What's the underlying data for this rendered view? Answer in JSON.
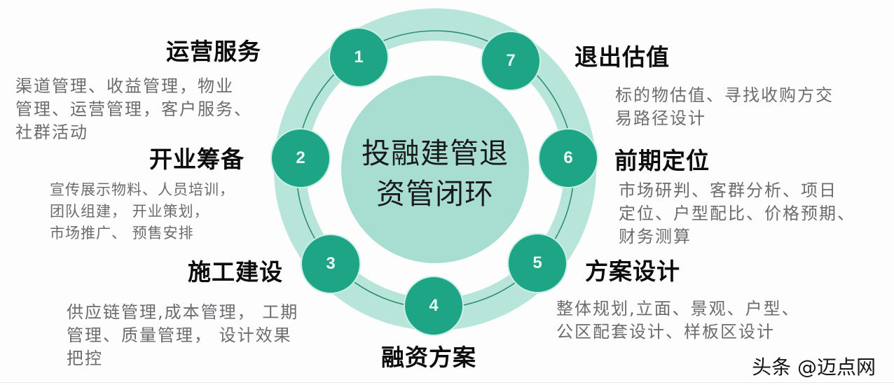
{
  "center": {
    "line1": "投融建管退",
    "line2": "资管闭环"
  },
  "colors": {
    "ring_light": "#b6e4d9",
    "center_fill": "#a6ddd0",
    "node_fill": "#1ea586",
    "ring_line": "#2d8c74",
    "title_text": "#0c0c0c",
    "desc_text": "#6d6b70"
  },
  "stages": [
    {
      "number": "1",
      "title": "运营服务",
      "description": "渠道管理、收益管理，物业\n管理、运营管理，客户服务、\n社群活动"
    },
    {
      "number": "2",
      "title": "开业筹备",
      "description": "宣传展示物料、人员培训，\n团队组建， 开业策划，\n市场推广、 预售安排"
    },
    {
      "number": "3",
      "title": "施工建设",
      "description": "供应链管理,成本管理， 工期\n管理、质量管理， 设计效果\n把控"
    },
    {
      "number": "4",
      "title": "融资方案",
      "description": ""
    },
    {
      "number": "5",
      "title": "方案设计",
      "description": "整体规划,立面、景观、户型、\n公区配套设计、样板区设计"
    },
    {
      "number": "6",
      "title": "前期定位",
      "description": "市场研判、客群分析、项日\n定位、户型配比、价格预期、\n财务测算"
    },
    {
      "number": "7",
      "title": "退出估值",
      "description": "标的物估值、寻找收购方交\n易路径设计"
    }
  ],
  "watermark": "头条 @迈点网"
}
